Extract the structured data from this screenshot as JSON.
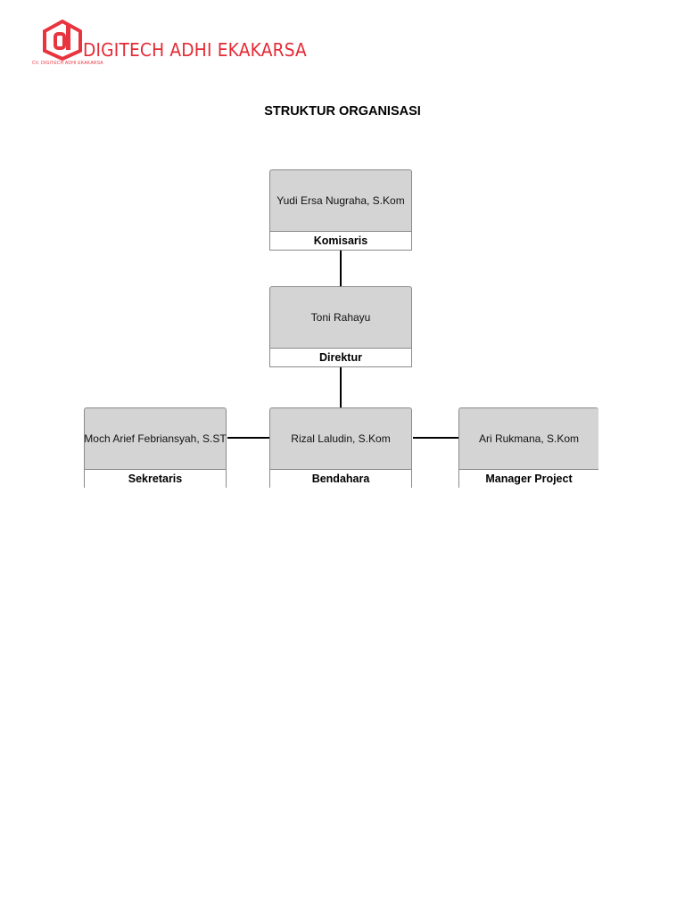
{
  "header": {
    "company_name": "DIGITECH ADHI EKAKARSA",
    "logo_subtext": "CV. DIGITECH ADHI EKAKARSA",
    "brand_color": "#e32b36"
  },
  "title": "STRUKTUR ORGANISASI",
  "org_chart": {
    "komisaris": {
      "name": "Yudi Ersa Nugraha, S.Kom",
      "role": "Komisaris"
    },
    "direktur": {
      "name": "Toni Rahayu",
      "role": "Direktur"
    },
    "sekretaris": {
      "name": "Moch Arief Febriansyah, S.ST",
      "role": "Sekretaris"
    },
    "bendahara": {
      "name": "Rizal Laludin, S.Kom",
      "role": "Bendahara"
    },
    "manager_project": {
      "name": "Ari Rukmana, S.Kom",
      "role": "Manager Project"
    }
  }
}
